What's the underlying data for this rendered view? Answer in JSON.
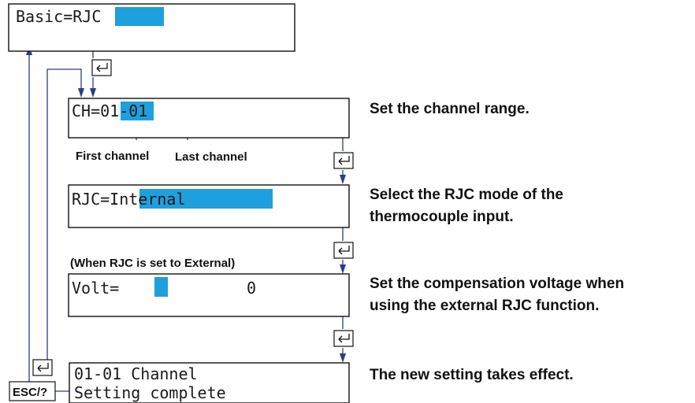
{
  "screens": {
    "basic": {
      "prefix": "Basic=",
      "value": "RJC"
    },
    "channel": {
      "prefix": "CH=",
      "first": "01",
      "sep": "-",
      "last": "01"
    },
    "rjc": {
      "prefix": "RJC=",
      "value": "Internal"
    },
    "volt": {
      "prefix": "Volt=",
      "value": "0"
    },
    "complete": {
      "line1": "01-01 Channel",
      "line2": "Setting complete"
    }
  },
  "labels": {
    "first_channel": "First channel",
    "last_channel": "Last channel",
    "when_external": "(When RJC is set to External)",
    "esc": "ESC/?"
  },
  "descriptions": {
    "channel": "Set the channel range.",
    "rjc_line1": "Select the RJC mode of the",
    "rjc_line2": "thermocouple input.",
    "volt_line1": "Set the compensation voltage when",
    "volt_line2": "using the external RJC function.",
    "complete": "The new setting takes effect."
  },
  "colors": {
    "highlight": "#1ea0dc",
    "flow": "#2b3d8c"
  },
  "icons": {
    "enter_key": "enter-key-icon"
  }
}
